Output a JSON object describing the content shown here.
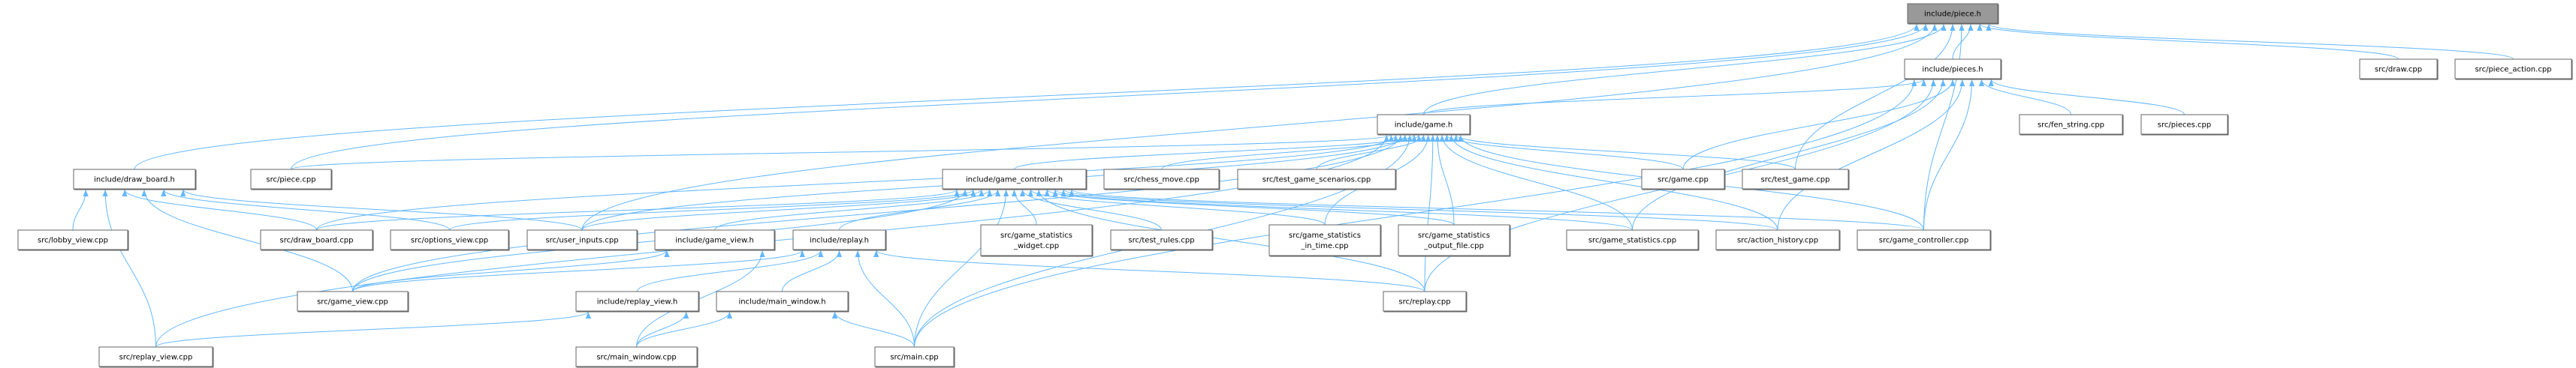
{
  "diagram": {
    "type": "include-dependency-graph",
    "edge_color": "#63b8ff",
    "node_border_color": "#666666",
    "focus_fill_color": "#999999",
    "nodes": [
      {
        "id": "piece_h",
        "lines": [
          "include/piece.h"
        ],
        "focus": true
      },
      {
        "id": "pieces_h",
        "lines": [
          "include/pieces.h"
        ]
      },
      {
        "id": "draw_cpp",
        "lines": [
          "src/draw.cpp"
        ]
      },
      {
        "id": "piece_action_cpp",
        "lines": [
          "src/piece_action.cpp"
        ]
      },
      {
        "id": "game_h",
        "lines": [
          "include/game.h"
        ]
      },
      {
        "id": "fen_string_cpp",
        "lines": [
          "src/fen_string.cpp"
        ]
      },
      {
        "id": "pieces_cpp",
        "lines": [
          "src/pieces.cpp"
        ]
      },
      {
        "id": "draw_board_h",
        "lines": [
          "include/draw_board.h"
        ]
      },
      {
        "id": "piece_cpp",
        "lines": [
          "src/piece.cpp"
        ]
      },
      {
        "id": "game_controller_h",
        "lines": [
          "include/game_controller.h"
        ]
      },
      {
        "id": "chess_move_cpp",
        "lines": [
          "src/chess_move.cpp"
        ]
      },
      {
        "id": "test_game_scenarios_cpp",
        "lines": [
          "src/test_game_scenarios.cpp"
        ]
      },
      {
        "id": "game_cpp",
        "lines": [
          "src/game.cpp"
        ]
      },
      {
        "id": "test_game_cpp",
        "lines": [
          "src/test_game.cpp"
        ]
      },
      {
        "id": "lobby_view_cpp",
        "lines": [
          "src/lobby_view.cpp"
        ]
      },
      {
        "id": "draw_board_cpp",
        "lines": [
          "src/draw_board.cpp"
        ]
      },
      {
        "id": "options_view_cpp",
        "lines": [
          "src/options_view.cpp"
        ]
      },
      {
        "id": "user_inputs_cpp",
        "lines": [
          "src/user_inputs.cpp"
        ]
      },
      {
        "id": "game_view_h",
        "lines": [
          "include/game_view.h"
        ]
      },
      {
        "id": "replay_h",
        "lines": [
          "include/replay.h"
        ]
      },
      {
        "id": "game_statistics_widget_cpp",
        "lines": [
          "src/game_statistics",
          "_widget.cpp"
        ]
      },
      {
        "id": "test_rules_cpp",
        "lines": [
          "src/test_rules.cpp"
        ]
      },
      {
        "id": "game_statistics_in_time_cpp",
        "lines": [
          "src/game_statistics",
          "_in_time.cpp"
        ]
      },
      {
        "id": "game_statistics_output_file_cpp",
        "lines": [
          "src/game_statistics",
          "_output_file.cpp"
        ]
      },
      {
        "id": "game_statistics_cpp",
        "lines": [
          "src/game_statistics.cpp"
        ]
      },
      {
        "id": "action_history_cpp",
        "lines": [
          "src/action_history.cpp"
        ]
      },
      {
        "id": "game_controller_cpp",
        "lines": [
          "src/game_controller.cpp"
        ]
      },
      {
        "id": "game_view_cpp",
        "lines": [
          "src/game_view.cpp"
        ]
      },
      {
        "id": "replay_view_h",
        "lines": [
          "include/replay_view.h"
        ]
      },
      {
        "id": "main_window_h",
        "lines": [
          "include/main_window.h"
        ]
      },
      {
        "id": "replay_cpp",
        "lines": [
          "src/replay.cpp"
        ]
      },
      {
        "id": "replay_view_cpp",
        "lines": [
          "src/replay_view.cpp"
        ]
      },
      {
        "id": "main_window_cpp",
        "lines": [
          "src/main_window.cpp"
        ]
      },
      {
        "id": "main_cpp",
        "lines": [
          "src/main.cpp"
        ]
      }
    ],
    "edges": [
      [
        "pieces_h",
        "piece_h"
      ],
      [
        "draw_board_h",
        "piece_h"
      ],
      [
        "piece_cpp",
        "piece_h"
      ],
      [
        "game_h",
        "piece_h"
      ],
      [
        "user_inputs_cpp",
        "piece_h"
      ],
      [
        "draw_cpp",
        "piece_h"
      ],
      [
        "piece_action_cpp",
        "piece_h"
      ],
      [
        "test_game_cpp",
        "piece_h"
      ],
      [
        "game_controller_cpp",
        "piece_h"
      ],
      [
        "game_h",
        "pieces_h"
      ],
      [
        "fen_string_cpp",
        "pieces_h"
      ],
      [
        "pieces_cpp",
        "pieces_h"
      ],
      [
        "game_cpp",
        "pieces_h"
      ],
      [
        "game_statistics_cpp",
        "pieces_h"
      ],
      [
        "action_history_cpp",
        "pieces_h"
      ],
      [
        "game_controller_cpp",
        "pieces_h"
      ],
      [
        "replay_cpp",
        "pieces_h"
      ],
      [
        "main_cpp",
        "pieces_h"
      ],
      [
        "game_controller_h",
        "game_h"
      ],
      [
        "chess_move_cpp",
        "game_h"
      ],
      [
        "test_game_scenarios_cpp",
        "game_h"
      ],
      [
        "game_cpp",
        "game_h"
      ],
      [
        "test_game_cpp",
        "game_h"
      ],
      [
        "game_statistics_cpp",
        "game_h"
      ],
      [
        "action_history_cpp",
        "game_h"
      ],
      [
        "game_controller_cpp",
        "game_h"
      ],
      [
        "game_statistics_in_time_cpp",
        "game_h"
      ],
      [
        "game_statistics_output_file_cpp",
        "game_h"
      ],
      [
        "replay_cpp",
        "game_h"
      ],
      [
        "main_cpp",
        "game_h"
      ],
      [
        "piece_cpp",
        "game_h"
      ],
      [
        "draw_board_cpp",
        "game_h"
      ],
      [
        "user_inputs_cpp",
        "game_h"
      ],
      [
        "game_view_cpp",
        "game_h"
      ],
      [
        "replay_view_cpp",
        "game_h"
      ],
      [
        "draw_board_cpp",
        "game_controller_h"
      ],
      [
        "options_view_cpp",
        "game_controller_h"
      ],
      [
        "user_inputs_cpp",
        "game_controller_h"
      ],
      [
        "game_view_h",
        "game_controller_h"
      ],
      [
        "replay_h",
        "game_controller_h"
      ],
      [
        "game_view_cpp",
        "game_controller_h"
      ],
      [
        "game_statistics_widget_cpp",
        "game_controller_h"
      ],
      [
        "test_rules_cpp",
        "game_controller_h"
      ],
      [
        "game_statistics_in_time_cpp",
        "game_controller_h"
      ],
      [
        "game_statistics_output_file_cpp",
        "game_controller_h"
      ],
      [
        "game_statistics_cpp",
        "game_controller_h"
      ],
      [
        "action_history_cpp",
        "game_controller_h"
      ],
      [
        "game_controller_cpp",
        "game_controller_h"
      ],
      [
        "replay_cpp",
        "game_controller_h"
      ],
      [
        "main_cpp",
        "game_controller_h"
      ],
      [
        "lobby_view_cpp",
        "draw_board_h"
      ],
      [
        "draw_board_cpp",
        "draw_board_h"
      ],
      [
        "options_view_cpp",
        "draw_board_h"
      ],
      [
        "user_inputs_cpp",
        "draw_board_h"
      ],
      [
        "game_view_cpp",
        "draw_board_h"
      ],
      [
        "replay_view_cpp",
        "draw_board_h"
      ],
      [
        "game_view_cpp",
        "game_view_h"
      ],
      [
        "main_window_cpp",
        "game_view_h"
      ],
      [
        "game_view_cpp",
        "replay_h"
      ],
      [
        "replay_view_h",
        "replay_h"
      ],
      [
        "main_window_h",
        "replay_h"
      ],
      [
        "main_cpp",
        "replay_h"
      ],
      [
        "replay_cpp",
        "replay_h"
      ],
      [
        "replay_view_cpp",
        "replay_view_h"
      ],
      [
        "main_window_cpp",
        "replay_view_h"
      ],
      [
        "main_window_cpp",
        "main_window_h"
      ],
      [
        "main_cpp",
        "main_window_h"
      ]
    ]
  }
}
